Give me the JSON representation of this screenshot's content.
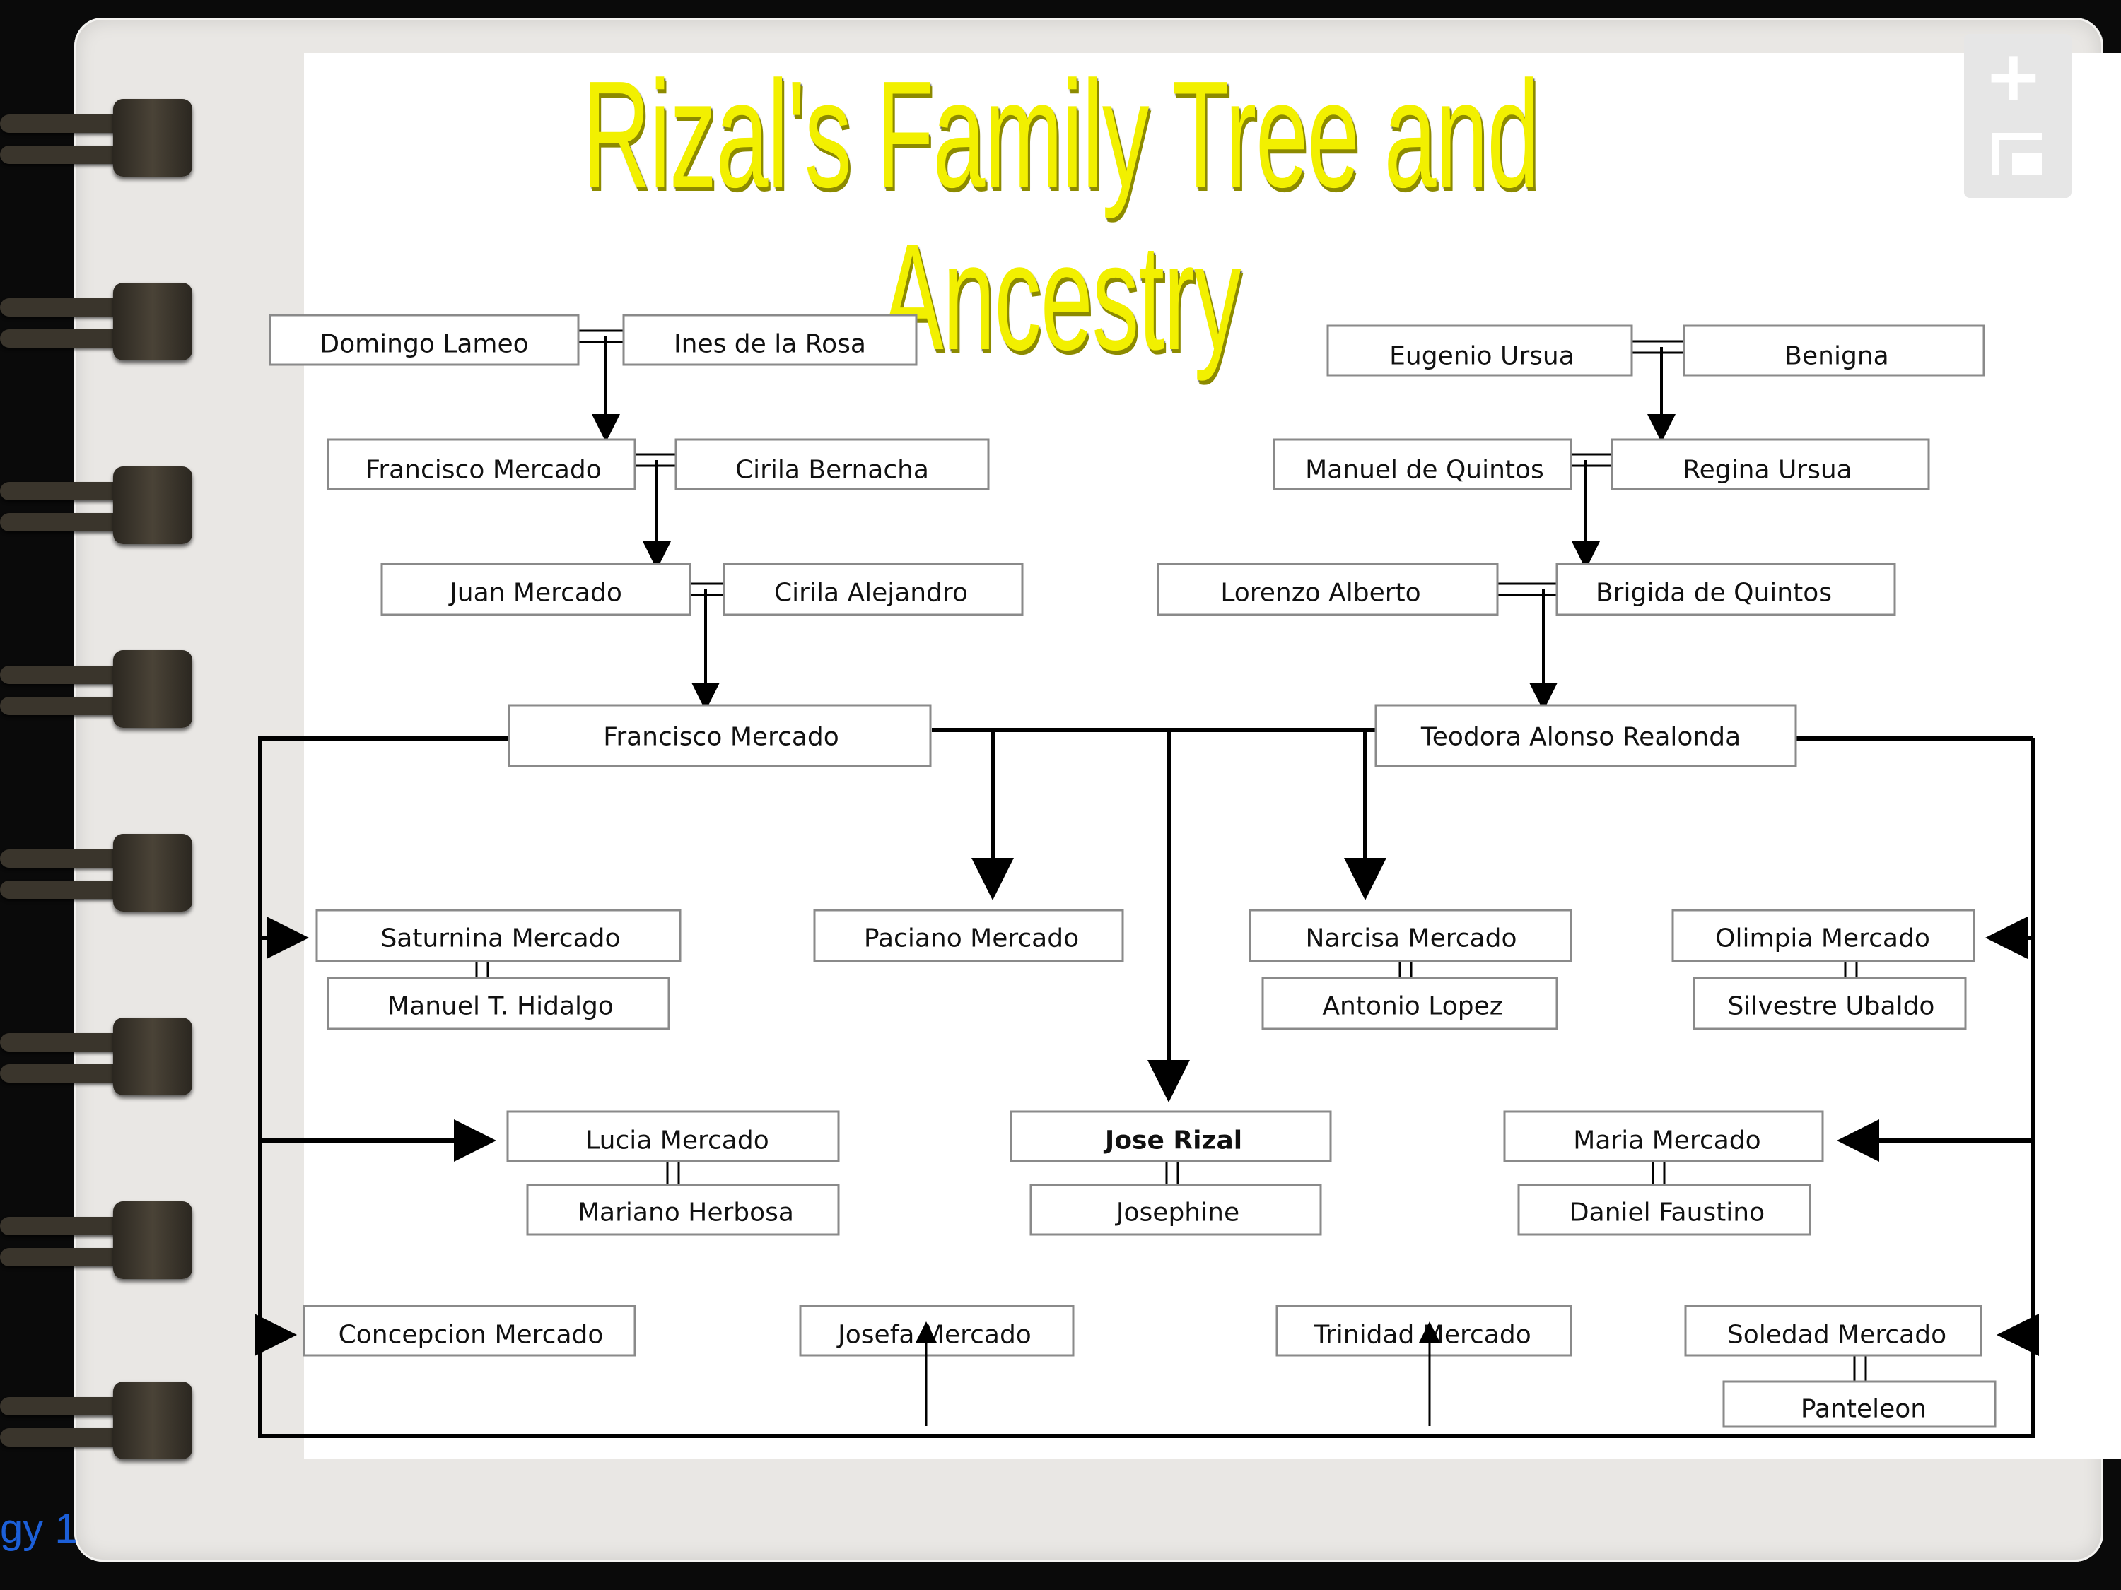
{
  "title": "Rizal's Family Tree and Ancestry",
  "footer_fragment": "gy 1",
  "controls": {
    "zoom_in_icon": "plus-icon",
    "fit_icon": "fit-to-screen-icon"
  },
  "colors": {
    "title": "#f2f000",
    "footer_link": "#1c5fd8",
    "connector": "#000000"
  },
  "people": {
    "domingo_lameo": "Domingo Lameo",
    "ines_de_la_rosa": "Ines de la Rosa",
    "francisco_mercado_sr": "Francisco Mercado",
    "cirila_bernacha": "Cirila Bernacha",
    "juan_mercado": "Juan Mercado",
    "cirila_alejandro": "Cirila Alejandro",
    "francisco_mercado": "Francisco Mercado",
    "eugenio_ursua": "Eugenio Ursua",
    "benigna": "Benigna",
    "manuel_de_quintos": "Manuel de Quintos",
    "regina_ursua": "Regina Ursua",
    "lorenzo_alberto": "Lorenzo Alberto",
    "brigida_de_quintos": "Brigida de Quintos",
    "teodora_alonso": "Teodora Alonso Realonda",
    "saturnina_mercado": "Saturnina Mercado",
    "manuel_hidalgo": "Manuel T. Hidalgo",
    "paciano_mercado": "Paciano Mercado",
    "narcisa_mercado": "Narcisa Mercado",
    "antonio_lopez": "Antonio Lopez",
    "olimpia_mercado": "Olimpia Mercado",
    "silvestre_ubaldo": "Silvestre Ubaldo",
    "lucia_mercado": "Lucia Mercado",
    "mariano_herbosa": "Mariano Herbosa",
    "jose_rizal": "Jose Rizal",
    "josephine": "Josephine",
    "maria_mercado": "Maria Mercado",
    "daniel_faustino": "Daniel Faustino",
    "concepcion_mercado": "Concepcion Mercado",
    "josefa_mercado": "Josefa Mercado",
    "trinidad_mercado": "Trinidad Mercado",
    "soledad_mercado": "Soledad Mercado",
    "panteleon": "Panteleon"
  }
}
